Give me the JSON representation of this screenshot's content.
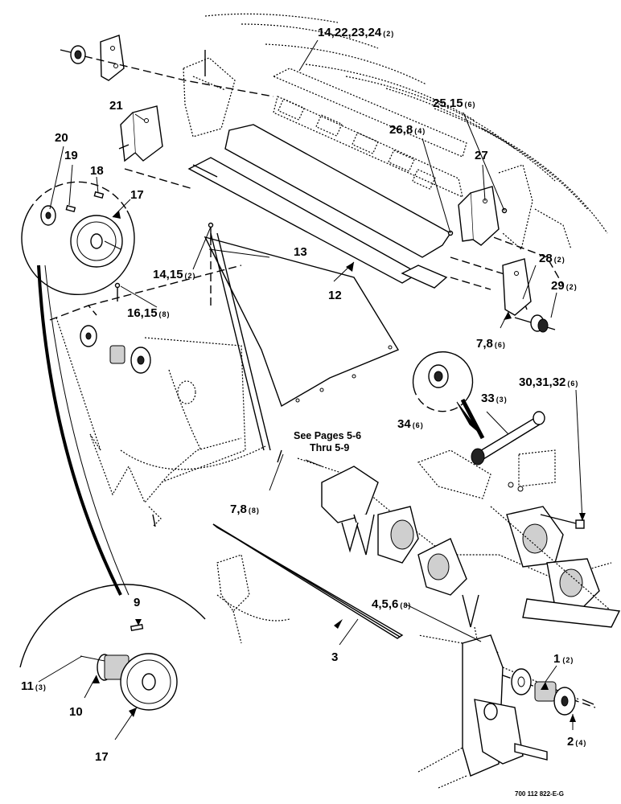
{
  "callouts": [
    {
      "id": "c1",
      "label": "14,22,23,24",
      "qty": "(2)"
    },
    {
      "id": "c2",
      "label": "21",
      "qty": ""
    },
    {
      "id": "c3",
      "label": "25,15",
      "qty": "(6)"
    },
    {
      "id": "c4",
      "label": "26,8",
      "qty": "(4)"
    },
    {
      "id": "c5",
      "label": "20",
      "qty": ""
    },
    {
      "id": "c6",
      "label": "19",
      "qty": ""
    },
    {
      "id": "c7",
      "label": "18",
      "qty": ""
    },
    {
      "id": "c8",
      "label": "17",
      "qty": ""
    },
    {
      "id": "c9",
      "label": "27",
      "qty": ""
    },
    {
      "id": "c10",
      "label": "13",
      "qty": ""
    },
    {
      "id": "c11",
      "label": "12",
      "qty": ""
    },
    {
      "id": "c12",
      "label": "28",
      "qty": "(2)"
    },
    {
      "id": "c13",
      "label": "29",
      "qty": "(2)"
    },
    {
      "id": "c14",
      "label": "14,15",
      "qty": "(2)"
    },
    {
      "id": "c15",
      "label": "16,15",
      "qty": "(8)"
    },
    {
      "id": "c16",
      "label": "7,8",
      "qty": "(6)"
    },
    {
      "id": "c17",
      "label": "30,31,32",
      "qty": "(6)"
    },
    {
      "id": "c18",
      "label": "33",
      "qty": "(3)"
    },
    {
      "id": "c19",
      "label": "34",
      "qty": "(6)"
    },
    {
      "id": "c20",
      "label": "7,8",
      "qty": "(8)"
    },
    {
      "id": "c21",
      "label": "9",
      "qty": ""
    },
    {
      "id": "c22",
      "label": "4,5,6",
      "qty": "(8)"
    },
    {
      "id": "c23",
      "label": "3",
      "qty": ""
    },
    {
      "id": "c24",
      "label": "1",
      "qty": "(2)"
    },
    {
      "id": "c25",
      "label": "11",
      "qty": "(3)"
    },
    {
      "id": "c26",
      "label": "10",
      "qty": ""
    },
    {
      "id": "c27",
      "label": "2",
      "qty": "(4)"
    },
    {
      "id": "c28",
      "label": "17",
      "qty": ""
    }
  ],
  "note": {
    "line1": "See Pages 5-6",
    "line2": "Thru 5-9"
  },
  "drawing_code": "700 112 822-E-G"
}
